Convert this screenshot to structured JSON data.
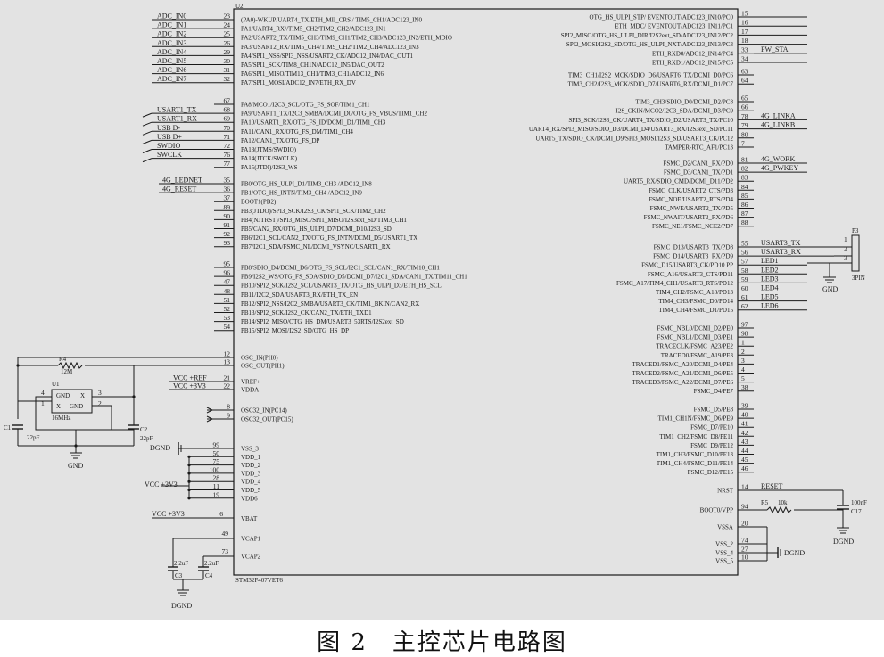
{
  "chip": {
    "ref": "U2",
    "part": "STM32F407VET6",
    "left_pins": [
      {
        "num": "23",
        "func": "(PA0)-WKUP/UART4_TX/ETH_MII_CRS / TIM5_CH1/ADC123_IN0",
        "net": "ADC_IN0"
      },
      {
        "num": "24",
        "func": "PA1/UART4_RX//TIM5_CH2/TIM2_CH2/ADC123_IN1",
        "net": "ADC_IN1"
      },
      {
        "num": "25",
        "func": "PA2/USART2_TX/TIM5_CH3/TIM9_CH1/TIM2_CH3/ADC123_IN2/ETH_MDIO",
        "net": "ADC_IN2"
      },
      {
        "num": "26",
        "func": "PA3/USART2_RX/TIM5_CH4/TIM9_CH2/TIM2_CH4/ADC123_IN3",
        "net": "ADC_IN3"
      },
      {
        "num": "29",
        "func": "PA4/SPI1_NSS/SPI3_NSS/USART2_CK/ADC12_IN4/DAC_OUT1",
        "net": "ADC_IN4"
      },
      {
        "num": "30",
        "func": "PA5/SPI1_SCK/TIM8_CH1N/ADC12_IN5/DAC_OUT2",
        "net": "ADC_IN5"
      },
      {
        "num": "31",
        "func": "PA6/SPI1_MISO/TIM13_CH1/TIM3_CH1/ADC12_IN6",
        "net": "ADC_IN6"
      },
      {
        "num": "32",
        "func": "PA7/SPI1_MOSI/ADC12_IN7/ETH_RX_DV",
        "net": "ADC_IN7"
      },
      {
        "num": "67",
        "func": "PA8/MCO1/I2C3_SCL/OTG_FS_SOF/TIM1_CH1",
        "net": ""
      },
      {
        "num": "68",
        "func": "PA9/USART1_TX/I2C3_SMBA/DCMI_D0/OTG_FS_VBUS/TIM1_CH2",
        "net": "USART1_TX"
      },
      {
        "num": "69",
        "func": "PA10/USART1_RX/OTG_FS_ID/DCMI_D1/TIM1_CH3",
        "net": "USART1_RX"
      },
      {
        "num": "70",
        "func": "PA11/CAN1_RX/OTG_FS_DM/TIM1_CH4",
        "net": "USB D-"
      },
      {
        "num": "71",
        "func": "PA12/CAN1_TX/OTG_FS_DP",
        "net": "USB D+"
      },
      {
        "num": "72",
        "func": "PA13(JTMS/SWDIO)",
        "net": "SWDIO"
      },
      {
        "num": "76",
        "func": "PA14(JTCK/SWCLK)",
        "net": "SWCLK"
      },
      {
        "num": "77",
        "func": "PA15(JTDI)/I2S3_WS",
        "net": ""
      },
      {
        "num": "35",
        "func": "PB0/OTG_HS_ULPI_D1/TIM3_CH3 /ADC12_IN8",
        "net": "4G_LEDNET"
      },
      {
        "num": "36",
        "func": "PB1/OTG_HS_INTN/TIM3_CH4 /ADC12_IN9",
        "net": "4G_RESET"
      },
      {
        "num": "37",
        "func": "BOOT1(PB2)",
        "net": ""
      },
      {
        "num": "89",
        "func": "PB3(JTDO)/SPI3_SCK/I2S3_CK/SPI1_SCK/TIM2_CH2",
        "net": ""
      },
      {
        "num": "90",
        "func": "PB4(NJTRST)/SPI3_MISO/SPI1_MISO/I2S3ext_SD/TIM3_CH1",
        "net": ""
      },
      {
        "num": "91",
        "func": "PB5/CAN2_RX/OTG_HS_ULPI_D7/DCMI_D10/I2S3_SD",
        "net": ""
      },
      {
        "num": "92",
        "func": "PB6/I2C1_SCL/CAN2_TX/OTG_FS_INTN/DCMI_D5/USART1_TX",
        "net": ""
      },
      {
        "num": "93",
        "func": "PB7/I2C1_SDA/FSMC_NL/DCMI_VSYNC/USART1_RX",
        "net": ""
      },
      {
        "num": "95",
        "func": "PB8/SDIO_D4/DCMI_D6/OTG_FS_SCL/I2C1_SCL/CAN1_RX/TIM10_CH1",
        "net": ""
      },
      {
        "num": "96",
        "func": "PB9/I2S2_WS/OTG_FS_SDA/SDIO_D5/DCMI_D7/I2C1_SDA/CAN1_TX/TIM11_CH1",
        "net": ""
      },
      {
        "num": "47",
        "func": "PB10/SPI2_SCK/I2S2_SCL/USART3_TX/OTG_HS_ULPI_D3/ETH_HS_SCL",
        "net": ""
      },
      {
        "num": "48",
        "func": "PB11/I2C2_SDA/USART3_RX/ETH_TX_EN",
        "net": ""
      },
      {
        "num": "51",
        "func": "PB12/SPI2_NSS/I2C2_SMBA/USART3_CK/TIM1_BKIN/CAN2_RX",
        "net": ""
      },
      {
        "num": "52",
        "func": "PB13/SPI2_SCK/I2S2_CK/CAN2_TX/ETH_TXD1",
        "net": ""
      },
      {
        "num": "53",
        "func": "PB14/SPI2_MISO/OTG_HS_DM/USART3_53RTS/I2S2ext_SD",
        "net": ""
      },
      {
        "num": "54",
        "func": "PB15/SPI2_MOSI/I2S2_SD/OTG_HS_DP",
        "net": ""
      }
    ],
    "osc_pins": [
      {
        "num": "12",
        "func": "OSC_IN(PH0)"
      },
      {
        "num": "13",
        "func": "OSC_OUT(PH1)"
      }
    ],
    "vref_pins": [
      {
        "num": "21",
        "func": "VREF+",
        "net": "VCC +REF"
      },
      {
        "num": "22",
        "func": "VDDA",
        "net": "VCC +3V3"
      }
    ],
    "osc32_pins": [
      {
        "num": "8",
        "func": "OSC32_IN(PC14)"
      },
      {
        "num": "9",
        "func": "OSC32_OUT(PC15)"
      }
    ],
    "power_pins": [
      {
        "num": "99",
        "func": "VSS_3"
      },
      {
        "num": "50",
        "func": "VDD_1"
      },
      {
        "num": "75",
        "func": "VDD_2"
      },
      {
        "num": "100",
        "func": "VDD_3"
      },
      {
        "num": "28",
        "func": "VDD_4"
      },
      {
        "num": "11",
        "func": "VDD_5"
      },
      {
        "num": "19",
        "func": "VDD6"
      }
    ],
    "vbat_pin": {
      "num": "6",
      "func": "VBAT",
      "net": "VCC +3V3"
    },
    "vcap_pins": [
      {
        "num": "49",
        "func": "VCAP1"
      },
      {
        "num": "73",
        "func": "VCAP2"
      }
    ],
    "right_pins_c": [
      {
        "num": "15",
        "func": "OTG_HS_ULPI_STP/ EVENTOUT/ADC123_IN10/PC0",
        "net": ""
      },
      {
        "num": "16",
        "func": "ETH_MDC/ EVENTOUT/ADC123_IN11/PC1",
        "net": ""
      },
      {
        "num": "17",
        "func": "SPI2_MISO/OTG_HS_ULPI_DIR/I2S2ext_SD/ADC123_IN12/PC2",
        "net": ""
      },
      {
        "num": "18",
        "func": "SPI2_MOSI/I2S2_SD/OTG_HS_ULPI_NXT/ADC123_IN13/PC3",
        "net": ""
      },
      {
        "num": "33",
        "func": "ETH_RXD0/ADC12_IN14/PC4",
        "net": "PW_STA"
      },
      {
        "num": "34",
        "func": "ETH_RXD1/ADC12_IN15/PC5",
        "net": ""
      },
      {
        "num": "63",
        "func": "TIM3_CH1/I2S2_MCK/SDIO_D6/USART6_TX/DCMI_D0/PC6",
        "net": ""
      },
      {
        "num": "64",
        "func": "TIM3_CH2/I2S3_MCK/SDIO_D7/USART6_RX/DCMI_D1/PC7",
        "net": ""
      },
      {
        "num": "65",
        "func": "TIM3_CH3/SDIO_D0/DCMI_D2/PC8",
        "net": ""
      },
      {
        "num": "66",
        "func": "I2S_CKIN/MCO2/I2C3_SDA/DCMI_D3/PC9",
        "net": ""
      },
      {
        "num": "78",
        "func": "SPI3_SCK/I2S3_CK/UART4_TX/SDIO_D2/USART3_TX/PC10",
        "net": "4G_LINKA"
      },
      {
        "num": "79",
        "func": "UART4_RX/SPI3_MISO/SDIO_D3/DCMI_D4/USART3_RX/I2S3ext_SD/PC11",
        "net": "4G_LINKB"
      },
      {
        "num": "80",
        "func": "UART5_TX/SDIO_CK/DCMI_D9/SPI3_MOSI/I2S3_SD/USART3_CK/PC12",
        "net": ""
      },
      {
        "num": "7",
        "func": "TAMPER-RTC_AF1/PC13",
        "net": ""
      }
    ],
    "right_pins_d": [
      {
        "num": "81",
        "func": "FSMC_D2/CAN1_RX/PD0",
        "net": "4G_WORK"
      },
      {
        "num": "82",
        "func": "FSMC_D3/CAN1_TX/PD1",
        "net": "4G_PWKEY"
      },
      {
        "num": "83",
        "func": "UART5_RX/SDIO_CMD/DCMI_D11/PD2",
        "net": ""
      },
      {
        "num": "84",
        "func": "FSMC_CLK/USART2_CTS/PD3",
        "net": ""
      },
      {
        "num": "85",
        "func": "FSMC_NOE/USART2_RTS/PD4",
        "net": ""
      },
      {
        "num": "86",
        "func": "FSMC_NWE/USART2_TX/PD5",
        "net": ""
      },
      {
        "num": "87",
        "func": "FSMC_NWAIT/USART2_RX/PD6",
        "net": ""
      },
      {
        "num": "88",
        "func": "FSMC_NE1/FSMC_NCE2/PD7",
        "net": ""
      },
      {
        "num": "55",
        "func": "FSMC_D13/USART3_TX/PD8",
        "net": "USART3_TX"
      },
      {
        "num": "56",
        "func": "FSMC_D14/USART3_RX/PD9",
        "net": "USART3_RX"
      },
      {
        "num": "57",
        "func": "FSMC_D15/USART3_CK/PD10 PP",
        "net": "LED1"
      },
      {
        "num": "58",
        "func": "FSMC_A16/USART3_CTS/PD11",
        "net": "LED2"
      },
      {
        "num": "59",
        "func": "FSMC_A17/TIM4_CH1/USART3_RTS/PD12",
        "net": "LED3"
      },
      {
        "num": "60",
        "func": "TIM4_CH2/FSMC_A18/PD13",
        "net": "LED4"
      },
      {
        "num": "61",
        "func": "TIM4_CH3/FSMC_D0/PD14",
        "net": "LED5"
      },
      {
        "num": "62",
        "func": "TIM4_CH4/FSMC_D1/PD15",
        "net": "LED6"
      }
    ],
    "right_pins_e": [
      {
        "num": "97",
        "func": "FSMC_NBL0/DCMI_D2/PE0"
      },
      {
        "num": "98",
        "func": "FSMC_NBL1/DCMI_D3/PE1"
      },
      {
        "num": "1",
        "func": "TRACECLK/FSMC_A23/PE2"
      },
      {
        "num": "2",
        "func": "TRACED0/FSMC_A19/PE3"
      },
      {
        "num": "3",
        "func": "TRACED1/FSMC_A20/DCMI_D4/PE4"
      },
      {
        "num": "4",
        "func": "TRACED2/FSMC_A21/DCMI_D6/PE5"
      },
      {
        "num": "5",
        "func": "TRACED3/FSMC_A22/DCMI_D7/PE6"
      },
      {
        "num": "38",
        "func": "FSMC_D4/PE7"
      },
      {
        "num": "39",
        "func": "FSMC_D5/PE8"
      },
      {
        "num": "40",
        "func": "TIM1_CH1N/FSMC_D6/PE9"
      },
      {
        "num": "41",
        "func": "FSMC_D7/PE10"
      },
      {
        "num": "42",
        "func": "TIM1_CH2/FSMC_D8/PE11"
      },
      {
        "num": "43",
        "func": "FSMC_D9/PE12"
      },
      {
        "num": "44",
        "func": "TIM1_CH3/FSMC_D10/PE13"
      },
      {
        "num": "45",
        "func": "TIM1_CH4/FSMC_D11/PE14"
      },
      {
        "num": "46",
        "func": "FSMC_D12/PE15"
      }
    ],
    "right_pins_misc": [
      {
        "num": "14",
        "func": "NRST",
        "net": "RESET"
      },
      {
        "num": "94",
        "func": "BOOT0/VPP",
        "net": ""
      },
      {
        "num": "20",
        "func": "VSSA",
        "net": ""
      },
      {
        "num": "74",
        "func": "VSS_2",
        "net": ""
      },
      {
        "num": "27",
        "func": "VSS_4",
        "net": ""
      },
      {
        "num": "10",
        "func": "VSS_5",
        "net": ""
      }
    ]
  },
  "crystal": {
    "ref": "U1",
    "value": "16MHz",
    "pin4": "4",
    "pin1": "1",
    "pin3": "3",
    "pin2": "2",
    "gnd_label": "GND",
    "x_label_1": "X",
    "x_label_2": "X",
    "gnd_label_2": "GND"
  },
  "resistor_r4": {
    "ref": "R4",
    "value": "12M"
  },
  "resistor_r5": {
    "ref": "R5",
    "value": "10k"
  },
  "cap_c1": {
    "ref": "C1",
    "value": "22pF"
  },
  "cap_c2": {
    "ref": "C2",
    "value": "22pF"
  },
  "cap_c3": {
    "ref": "C3",
    "value": "2.2uF"
  },
  "cap_c4": {
    "ref": "C4",
    "value": "2.2uF"
  },
  "cap_c17": {
    "ref": "C17",
    "value": "100nF"
  },
  "connector_p3": {
    "ref": "P3",
    "label": "3PIN",
    "pins": [
      "1",
      "2",
      "3"
    ]
  },
  "labels": {
    "gnd": "GND",
    "dgnd": "DGND",
    "dgnd_right": "DGND",
    "dgnd_small": "DGND",
    "vcc_3v3": "VCC +3V3"
  },
  "caption": "图 2　主控芯片电路图"
}
